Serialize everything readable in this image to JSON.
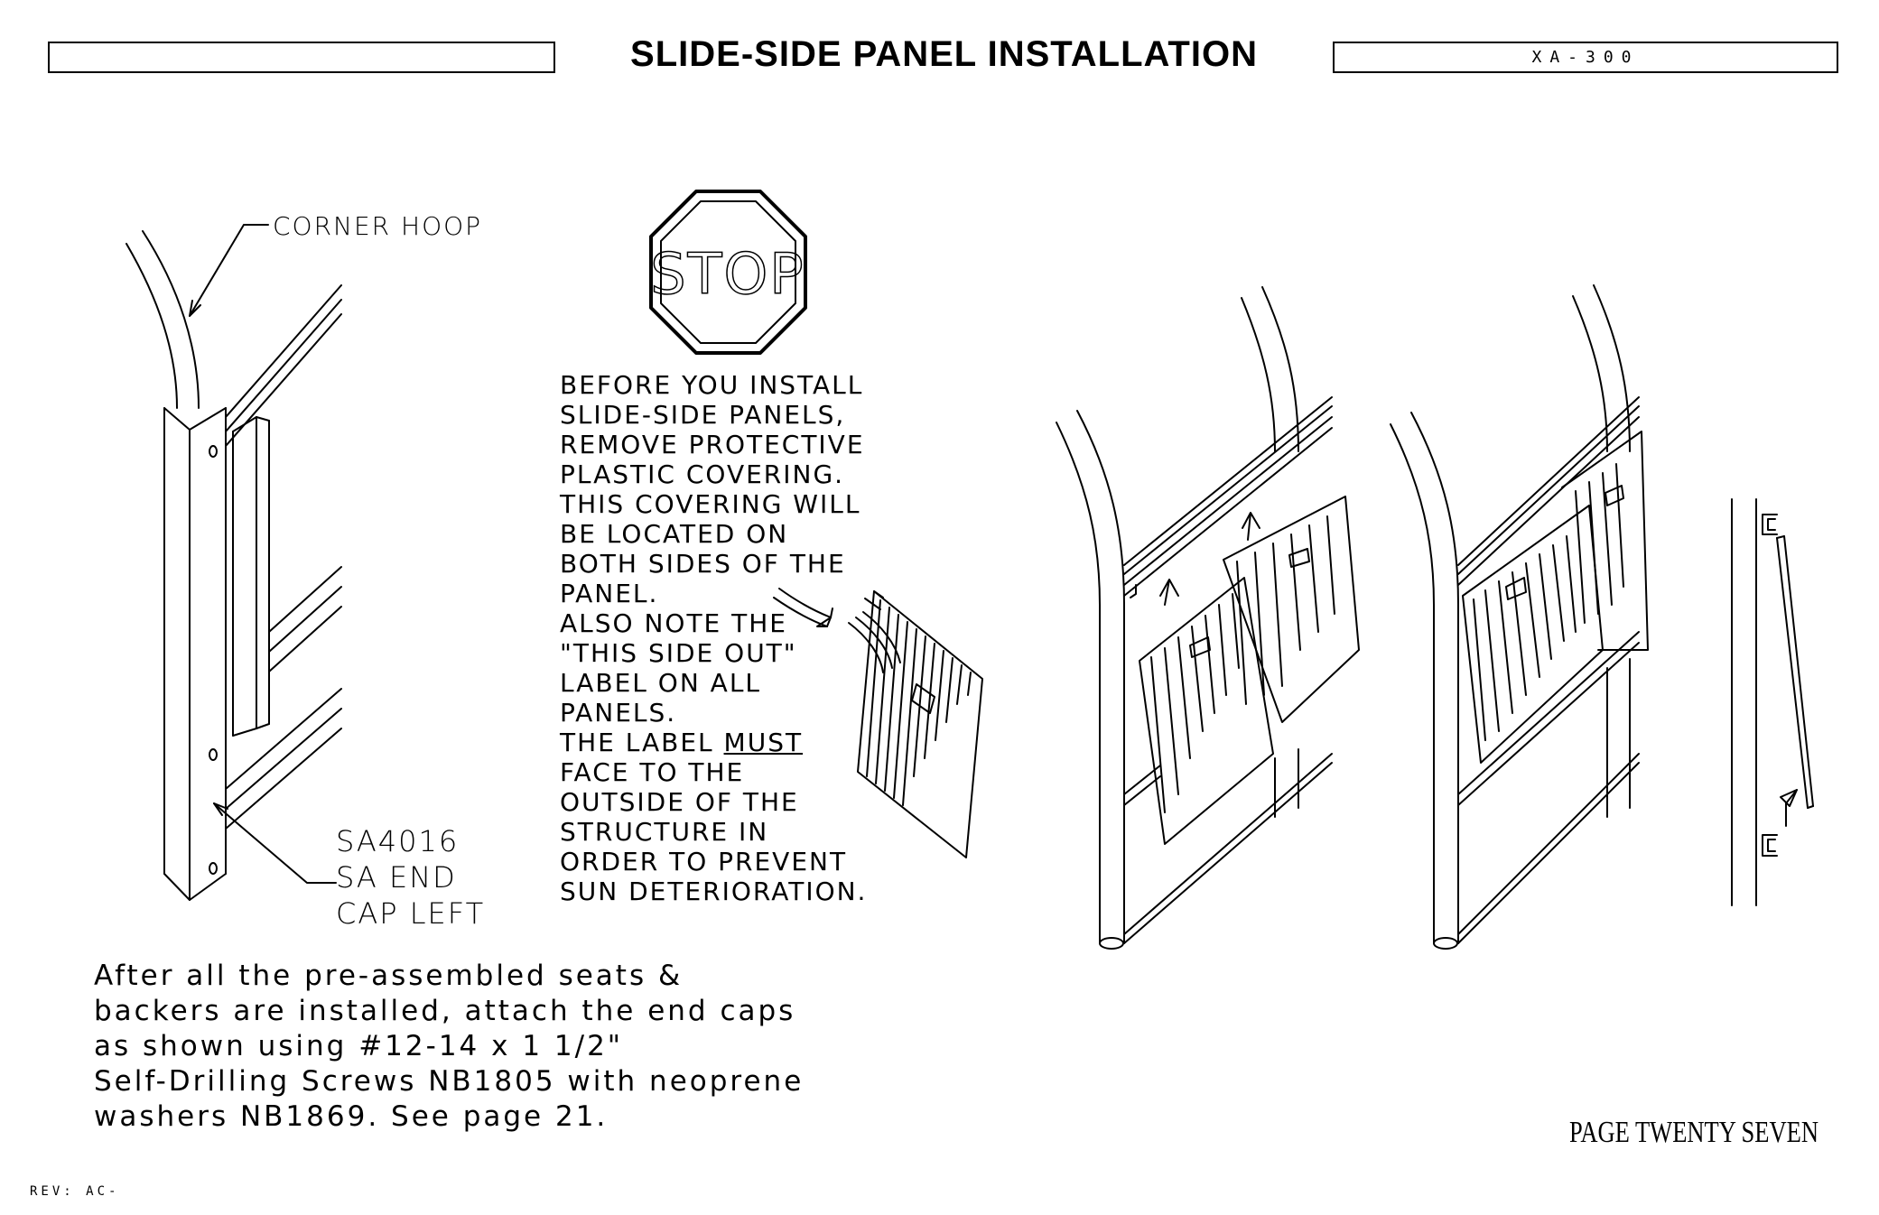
{
  "header": {
    "title": "SLIDE-SIDE PANEL INSTALLATION",
    "doc_code": "XA-300"
  },
  "callouts": {
    "corner_hoop": "CORNER HOOP",
    "end_cap": [
      "SA4016",
      "SA END",
      "CAP LEFT"
    ]
  },
  "stop_sign": {
    "label": "STOP"
  },
  "notice": {
    "lines": [
      "BEFORE YOU INSTALL",
      "SLIDE-SIDE PANELS,",
      "REMOVE PROTECTIVE",
      "PLASTIC COVERING.",
      "THIS COVERING WILL",
      "BE LOCATED ON",
      "BOTH SIDES OF THE",
      "PANEL.",
      "ALSO NOTE THE",
      "\"THIS SIDE OUT\"",
      "LABEL ON ALL",
      "PANELS."
    ],
    "must_prefix": "THE LABEL ",
    "must_word": "MUST",
    "lines_after": [
      "FACE TO THE",
      "OUTSIDE OF THE",
      "STRUCTURE IN",
      "ORDER TO PREVENT",
      "SUN DETERIORATION."
    ]
  },
  "instructions": [
    "After all the pre-assembled seats &",
    "backers are installed, attach the end caps",
    "as shown using #12-14 x 1 1/2\"",
    "Self-Drilling Screws NB1805 with neoprene",
    "washers NB1869. See page 21."
  ],
  "footer": {
    "page": "PAGE TWENTY SEVEN",
    "revision": "REV: AC-"
  }
}
